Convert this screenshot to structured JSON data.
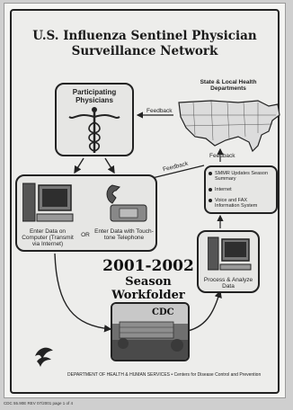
{
  "title_line1": "U.S. Influenza Sentinel Physician",
  "title_line2": "Surveillance Network",
  "participating_label": "Participating Physicians",
  "map_label": "State & Local Health Departments",
  "feedback_1": "Feedback",
  "feedback_2": "Feedback",
  "feedback_3": "Feedback",
  "reports": [
    "SMMR Updates Season Summary",
    "Internet",
    "Voice and FAX Information System"
  ],
  "entry_computer": "Enter Data on Computer (Transmit via Internet)",
  "entry_or": "OR",
  "entry_phone": "Enter Data with Touch-tone Telephone",
  "season_year": "2001-2002",
  "season_word": "Season",
  "season_folder": "Workfolder",
  "process_label": "Process & Analyze Data",
  "cdc_label": "CDC",
  "footer": "DEPARTMENT OF HEALTH & HUMAN SERVICES • Centers for Disease Control and Prevention",
  "form_code": "CDC 55.90E REV 07/2001    page 1 of 4",
  "colors": {
    "ink": "#222222",
    "paper": "#f4f4f2",
    "photo": "#6f6f6f"
  }
}
